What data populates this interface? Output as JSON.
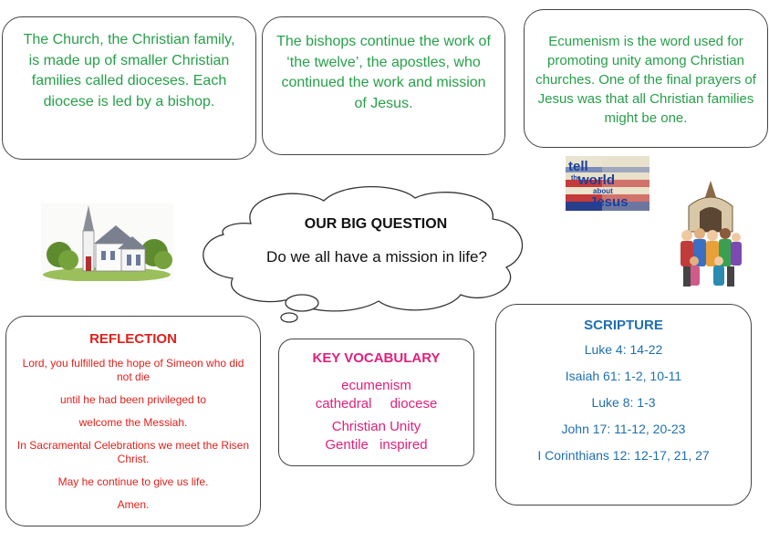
{
  "panels": {
    "church_family": "The Church, the Christian family, is made up of smaller Christian families called dioceses.  Each diocese is led by a bishop.",
    "bishops": "The bishops continue the work of ‘the twelve’, the apostles, who continued the work and mission of Jesus.",
    "ecumenism": "Ecumenism is the word used for promoting unity among Christian churches.  One of the final prayers of Jesus was that all Christian families might be one."
  },
  "big_question": {
    "title": "OUR BIG QUESTION",
    "question": "Do we all have a mission in life?"
  },
  "poster": {
    "line1": "tell",
    "line2": "the",
    "line3": "world",
    "line4": "about",
    "line5": "Jesus"
  },
  "reflection": {
    "title": "REFLECTION",
    "lines": [
      "Lord, you fulfilled the hope of Simeon who did not die",
      "until he had been privileged to",
      "welcome the Messiah.",
      "In Sacramental Celebrations we meet the Risen Christ.",
      "May he continue to give us life.",
      "Amen."
    ]
  },
  "vocabulary": {
    "title": "KEY VOCABULARY",
    "words": [
      "ecumenism",
      "cathedral",
      "diocese",
      "Christian Unity",
      "Gentile",
      "inspired"
    ]
  },
  "scripture": {
    "title": "SCRIPTURE",
    "refs": [
      "Luke 4: 14-22",
      "Isaiah 61: 1-2, 10-11",
      "Luke 8: 1-3",
      "John 17: 11-12, 20-23",
      "I Corinthians 12: 12-17, 21, 27"
    ]
  },
  "colors": {
    "green_text": "#27a04a",
    "red_text": "#e0201b",
    "pink_text": "#e0207a",
    "blue_text": "#1f6fb0"
  },
  "icons": [
    "church-clipart",
    "tell-the-world-poster",
    "congregation-clipart",
    "thought-cloud"
  ]
}
